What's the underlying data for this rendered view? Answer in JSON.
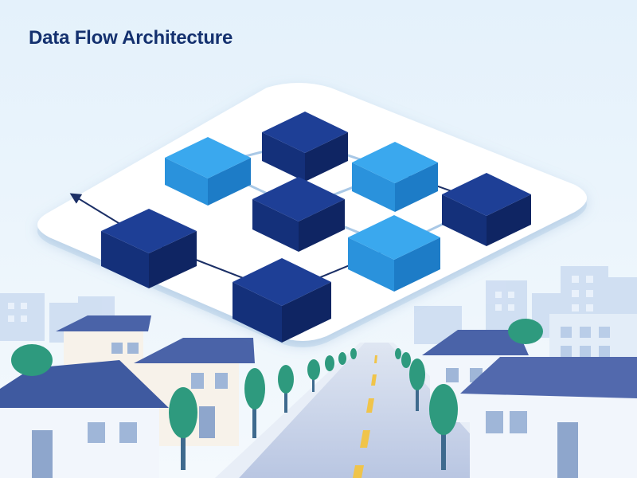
{
  "header": {
    "title": "Data Flow Architecture"
  },
  "colors": {
    "title": "#14316f",
    "sky_top": "#e4f1fb",
    "sky_bottom": "#f4f9fd",
    "platform": "#ffffff",
    "platform_edge": "#d6e6f4",
    "node_dark_top": "#1e3f96",
    "node_dark_left": "#14307a",
    "node_dark_right": "#0f2563",
    "node_light_top": "#3aa8ee",
    "node_light_left": "#2a92dc",
    "node_light_right": "#1d7cc7",
    "link": "#a9c8e6",
    "link_arrow": "#1b2f66",
    "road": "#c8d4ea",
    "road_mark": "#f0c44a",
    "tree": "#2e9a7e",
    "trunk": "#3e6a8e",
    "roof": "#4a63a8",
    "wall": "#f7f2ea",
    "building": "#c9daf0"
  },
  "diagram": {
    "nodes": [
      {
        "id": "n1",
        "kind": "dark"
      },
      {
        "id": "n2",
        "kind": "light"
      },
      {
        "id": "n3",
        "kind": "light"
      },
      {
        "id": "n4",
        "kind": "dark"
      },
      {
        "id": "n5",
        "kind": "dark"
      },
      {
        "id": "n6",
        "kind": "dark"
      },
      {
        "id": "n7",
        "kind": "light"
      },
      {
        "id": "n8",
        "kind": "dark"
      }
    ],
    "edges": [
      {
        "from": "n2",
        "to": "n1"
      },
      {
        "from": "n1",
        "to": "n3"
      },
      {
        "from": "n2",
        "to": "n4"
      },
      {
        "from": "n4",
        "to": "n3"
      },
      {
        "from": "n5",
        "to": "n3",
        "arrow": true
      },
      {
        "from": "n4",
        "to": "n7"
      },
      {
        "from": "n7",
        "to": "n5"
      },
      {
        "from": "n6",
        "to": "n8",
        "arrow": true
      },
      {
        "from": "n8",
        "to": "n7",
        "arrow": true
      },
      {
        "from": "n6",
        "to": "external-left",
        "arrow": true
      }
    ]
  }
}
